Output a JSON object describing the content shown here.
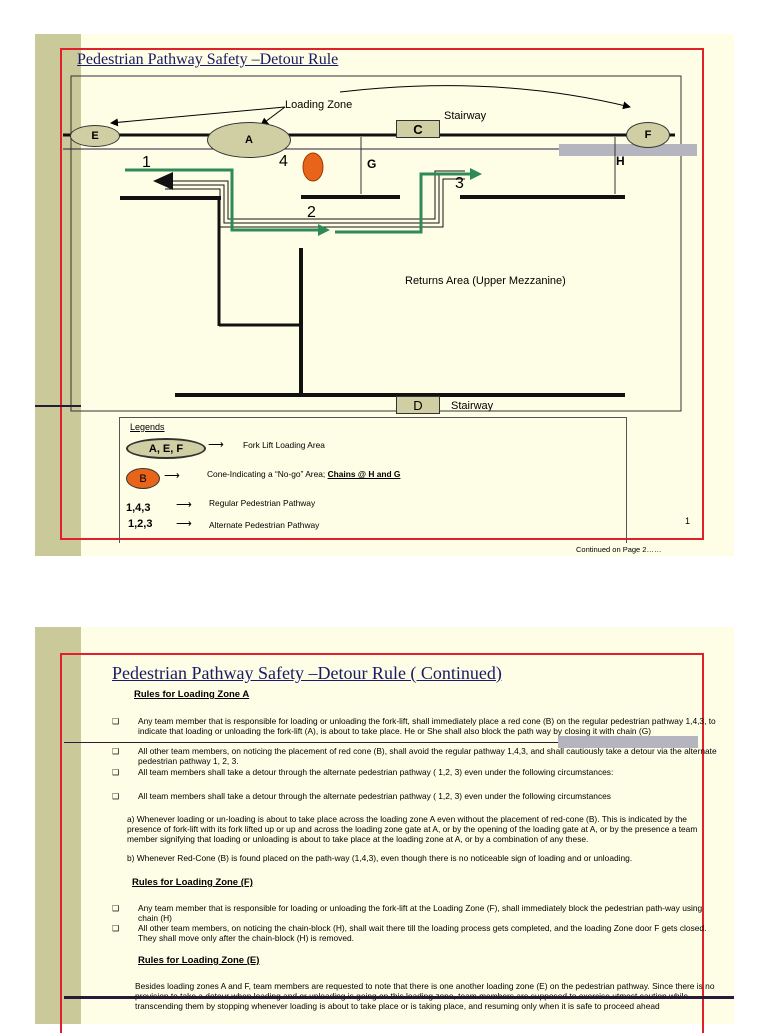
{
  "slide1": {
    "title": "Pedestrian Pathway Safety –Detour Rule",
    "labels": {
      "loading_zone": "Loading Zone",
      "stairway_top": "Stairway",
      "stairway_bottom": "Stairway",
      "returns_area": "Returns  Area (Upper Mezzanine)",
      "zone_e": "E",
      "zone_a": "A",
      "zone_f": "F",
      "point_c": "C",
      "point_d": "D",
      "point_g": "G",
      "point_h": "H",
      "path_1": "1",
      "path_2": "2",
      "path_3": "3",
      "path_4": "4"
    },
    "legend": {
      "title": "Legends",
      "items": [
        {
          "key": "A, E, F",
          "text": "Fork Lift Loading Area"
        },
        {
          "key": "B",
          "text": "Cone-Indicating a “No-go” Area; ",
          "emphasis": "Chains @ H and G"
        },
        {
          "key": "1,4,3",
          "text": "Regular Pedestrian Pathway"
        },
        {
          "key": "1,2,3",
          "text": "Alternate Pedestrian Pathway"
        }
      ]
    },
    "page_number": "1",
    "continued": "Continued on Page 2……",
    "colors": {
      "path": "#2e8b57",
      "cone": "#e8641a",
      "frame": "#e0202a",
      "sidebar": "#c9c99a"
    }
  },
  "slide2": {
    "title": "Pedestrian Pathway Safety –Detour Rule ( Continued)",
    "section_a": {
      "heading": "Rules for Loading Zone A",
      "bullets": [
        "Any team member that is responsible for loading or unloading the fork-lift, shall immediately place a red cone (B) on the regular pedestrian pathway 1,4,3, to indicate that loading or unloading the fork-lift (A), is about to take place.  He or She shall also block the path way by closing it with  chain (G)",
        "All other team members, on noticing the placement of red cone (B), shall avoid the regular pathway 1,4,3, and shall cautiously take a detour via the alternate pedestrian pathway 1, 2, 3.",
        "All team members shall take a detour through the alternate pedestrian pathway ( 1,2, 3) even under the following circumstances:",
        "All team members shall take a detour through the alternate pedestrian pathway ( 1,2, 3) even under the following circumstances"
      ],
      "sub_a": "a) Whenever loading or un-loading is about to take place across the loading zone A even without the placement of red-cone (B). This is indicated by the presence of fork-lift with its fork lifted up or up and across the loading zone gate at A,  or by the opening of the loading gate at A, or by the presence a team member signifying that loading or unloading is about to take place at the loading zone at A, or by a combination of any these.",
      "sub_b": "b) Whenever Red-Cone (B) is found placed on the path-way (1,4,3), even though  there is no noticeable sign of loading and or unloading."
    },
    "section_f": {
      "heading": "Rules for Loading Zone  (F)",
      "bullets": [
        "Any team member that is responsible for loading or unloading the fork-lift at the Loading Zone (F), shall immediately block the pedestrian path-way using chain (H)",
        "All other team members, on noticing the chain-block (H), shall wait there till the loading process gets completed, and the loading Zone door F gets closed. They shall move only after the chain-block (H) is removed."
      ]
    },
    "section_e": {
      "heading": "Rules for Loading Zone  (E)",
      "text": "Besides loading zones A and F, team members are requested to note that there is one another loading zone (E)  on the pedestrian pathway. Since there is no provision to take a detour when loading and or unloading is going on this loading zone, team members are supposed to exercise utmost caution while transcending them by stopping whenever loading is about to take place or is taking place, and resuming only when it is safe to proceed ahead"
    },
    "bullet_glyph": "❑"
  }
}
